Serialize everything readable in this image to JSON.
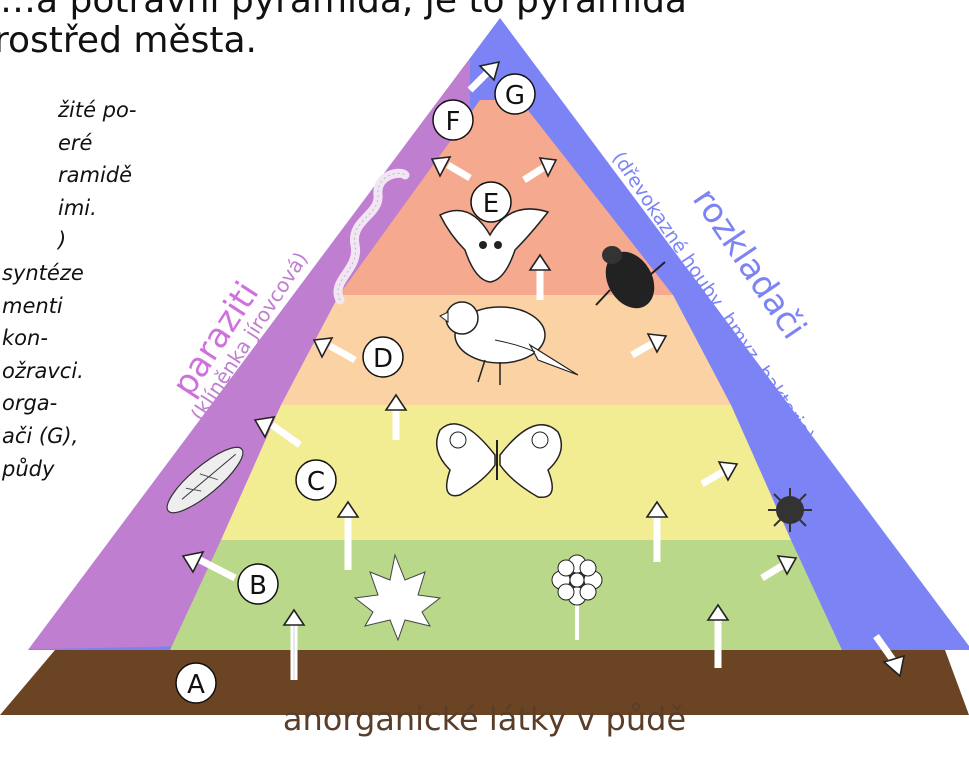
{
  "header": {
    "line1": "…a potravní pyramida, je to pyramida",
    "line2": "rostřed města."
  },
  "side_text": [
    "žité po-",
    "eré",
    "ramidě",
    "imi.",
    ")",
    "syntéze",
    "menti",
    "kon-",
    "ožravci.",
    "orga-",
    "ači (G),",
    "půdy"
  ],
  "pyramid": {
    "base_label": "anorganické látky v půdě",
    "left_side": {
      "title": "paraziti",
      "subtitle": "(klíněnka jírovcová)"
    },
    "right_side": {
      "title": "rozkladači",
      "subtitle": "(dřevokazné houby, hmyz, bakterie)"
    },
    "levels": [
      "A",
      "B",
      "C",
      "D",
      "E",
      "F",
      "G"
    ],
    "colors": {
      "soil": "#6b4423",
      "producers": "#b9d88a",
      "primary": "#f2ec93",
      "secondary": "#fbd2a4",
      "tertiary": "#f5a98f",
      "parasites": "#c07ed0",
      "decomposers": "#7b83f5"
    },
    "icons": [
      "moth-icon",
      "worm-icon",
      "owl-icon",
      "bird-icon",
      "beetle-icon",
      "butterfly-icon",
      "leaf-icon",
      "flower-icon",
      "bacteria-icon"
    ]
  }
}
